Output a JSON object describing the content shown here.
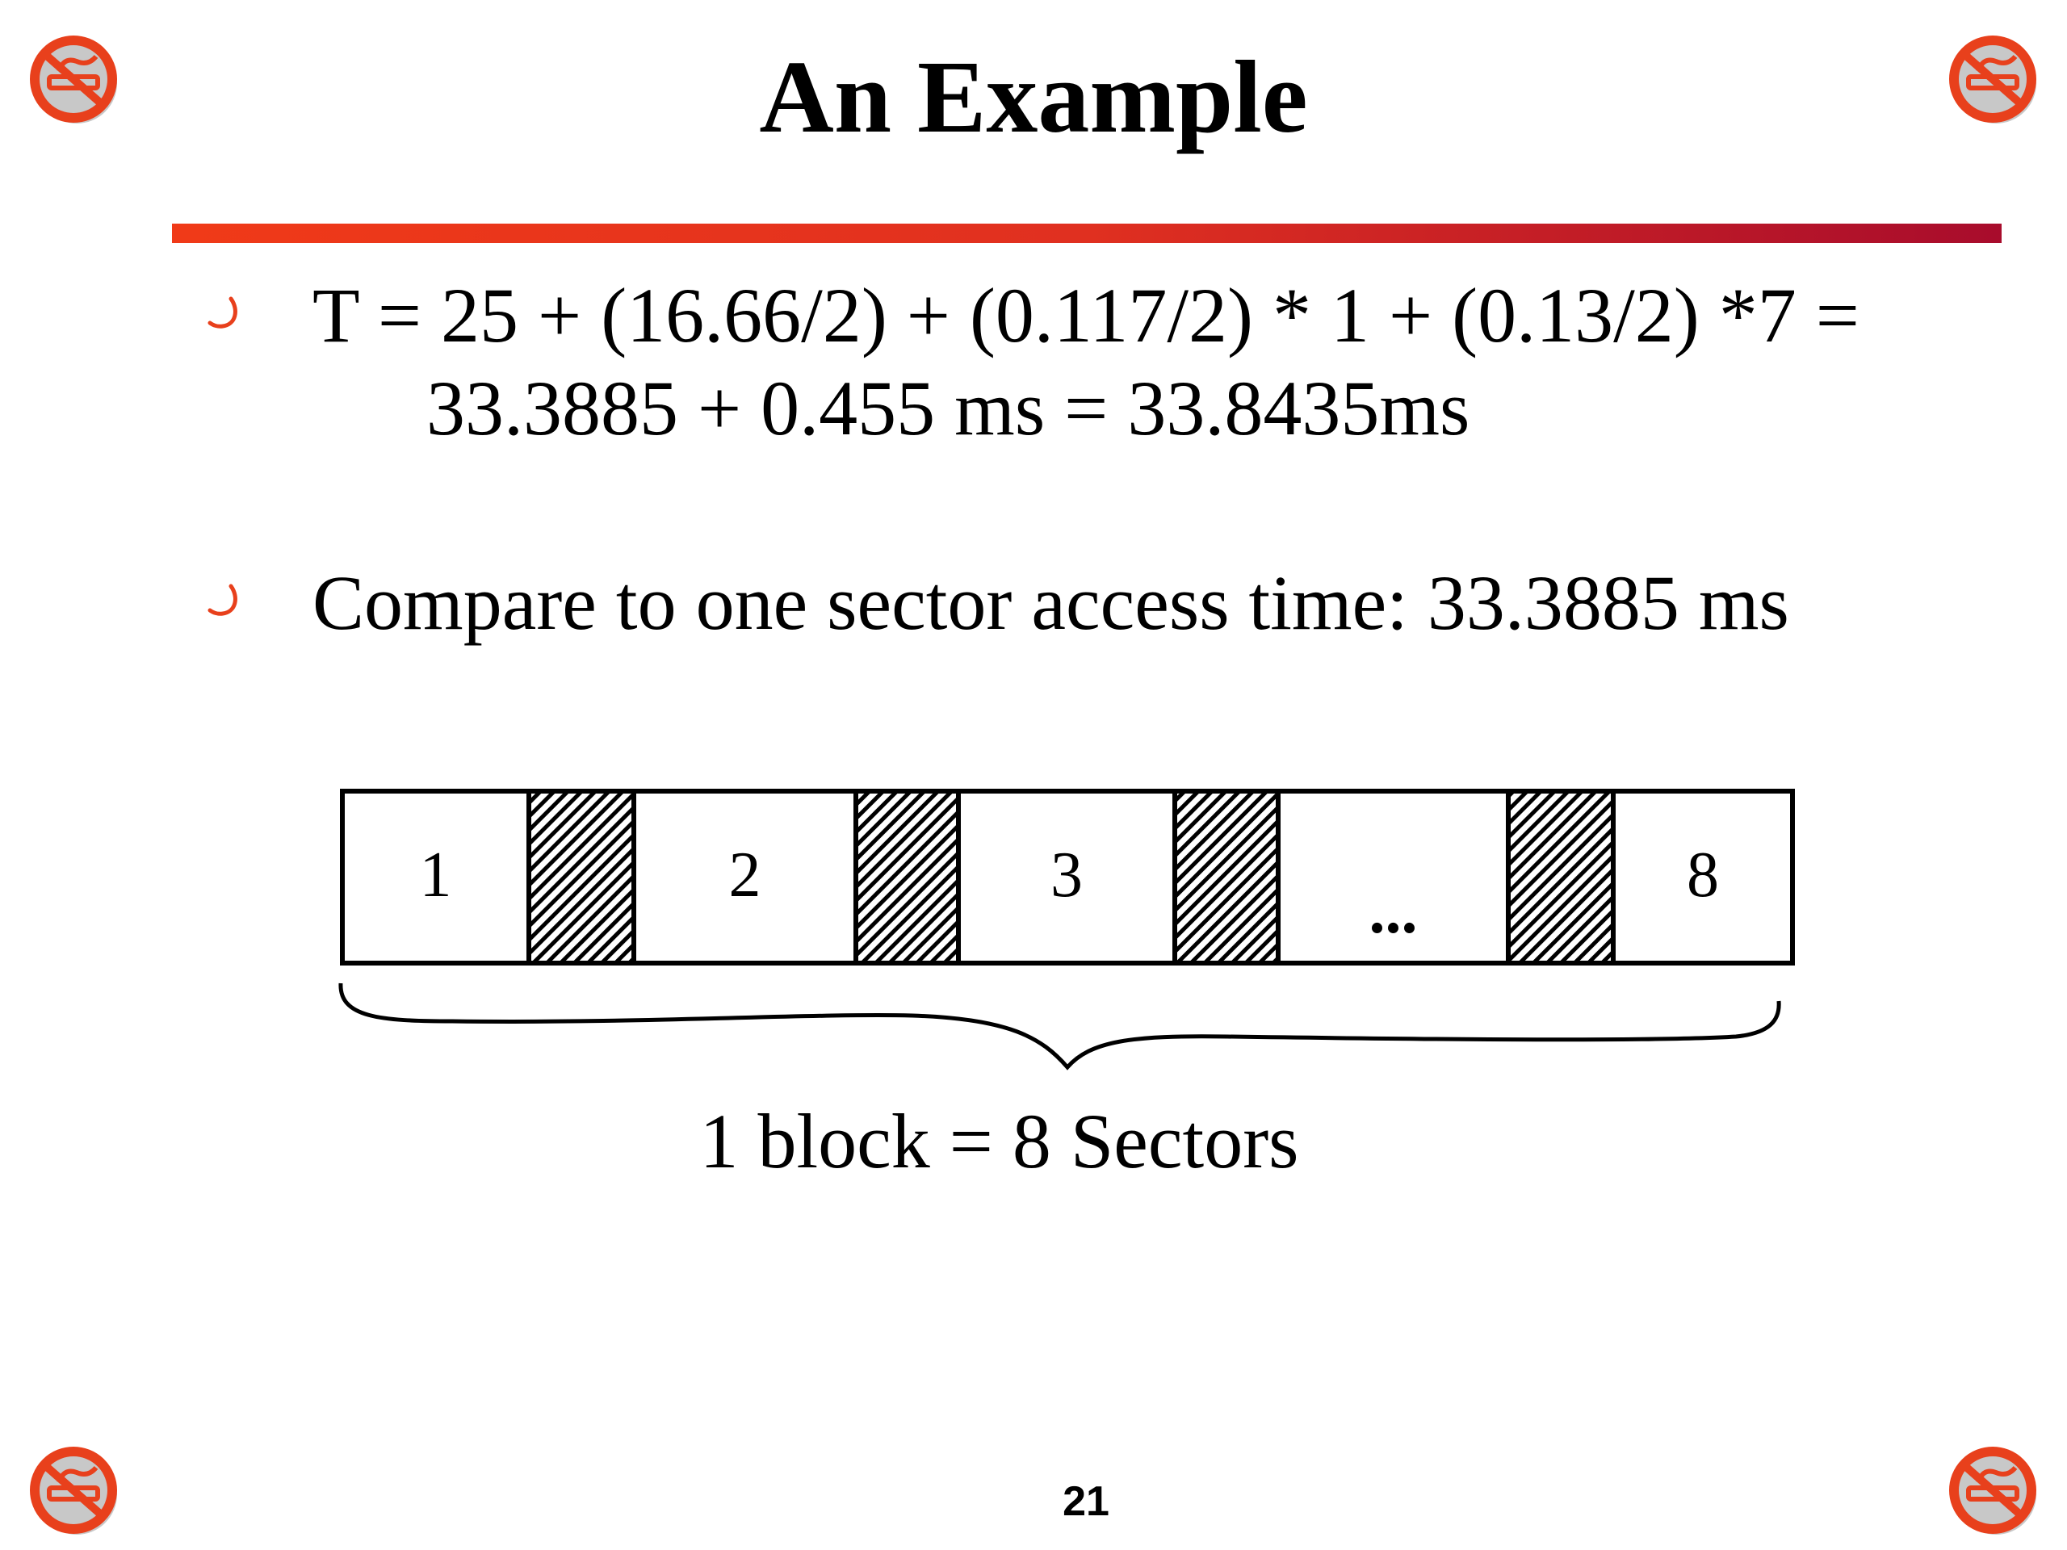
{
  "slide": {
    "title": "An Example",
    "bullets": [
      {
        "line1": "T = 25 + (16.66/2) + (0.117/2) * 1 + (0.13/2) *7 =",
        "line2": "33.3885 + 0.455 ms = 33.8435ms"
      },
      {
        "line1": "Compare to one sector access time: 33.3885 ms"
      }
    ],
    "page_number": "21"
  },
  "diagram": {
    "cells": [
      {
        "type": "sector",
        "label": "1"
      },
      {
        "type": "gap"
      },
      {
        "type": "sector",
        "label": "2"
      },
      {
        "type": "gap"
      },
      {
        "type": "sector",
        "label": "3"
      },
      {
        "type": "gap"
      },
      {
        "type": "ellipsis",
        "label": "..."
      },
      {
        "type": "gap"
      },
      {
        "type": "sector",
        "label": "8"
      }
    ],
    "caption": "1 block = 8 Sectors"
  },
  "colors": {
    "accent": "#f03a18",
    "accent_dark": "#a80c2c",
    "icon": "#e8401c"
  },
  "icons": {
    "corner": "no-smoking-icon",
    "bullet": "curved-bullet-icon"
  }
}
